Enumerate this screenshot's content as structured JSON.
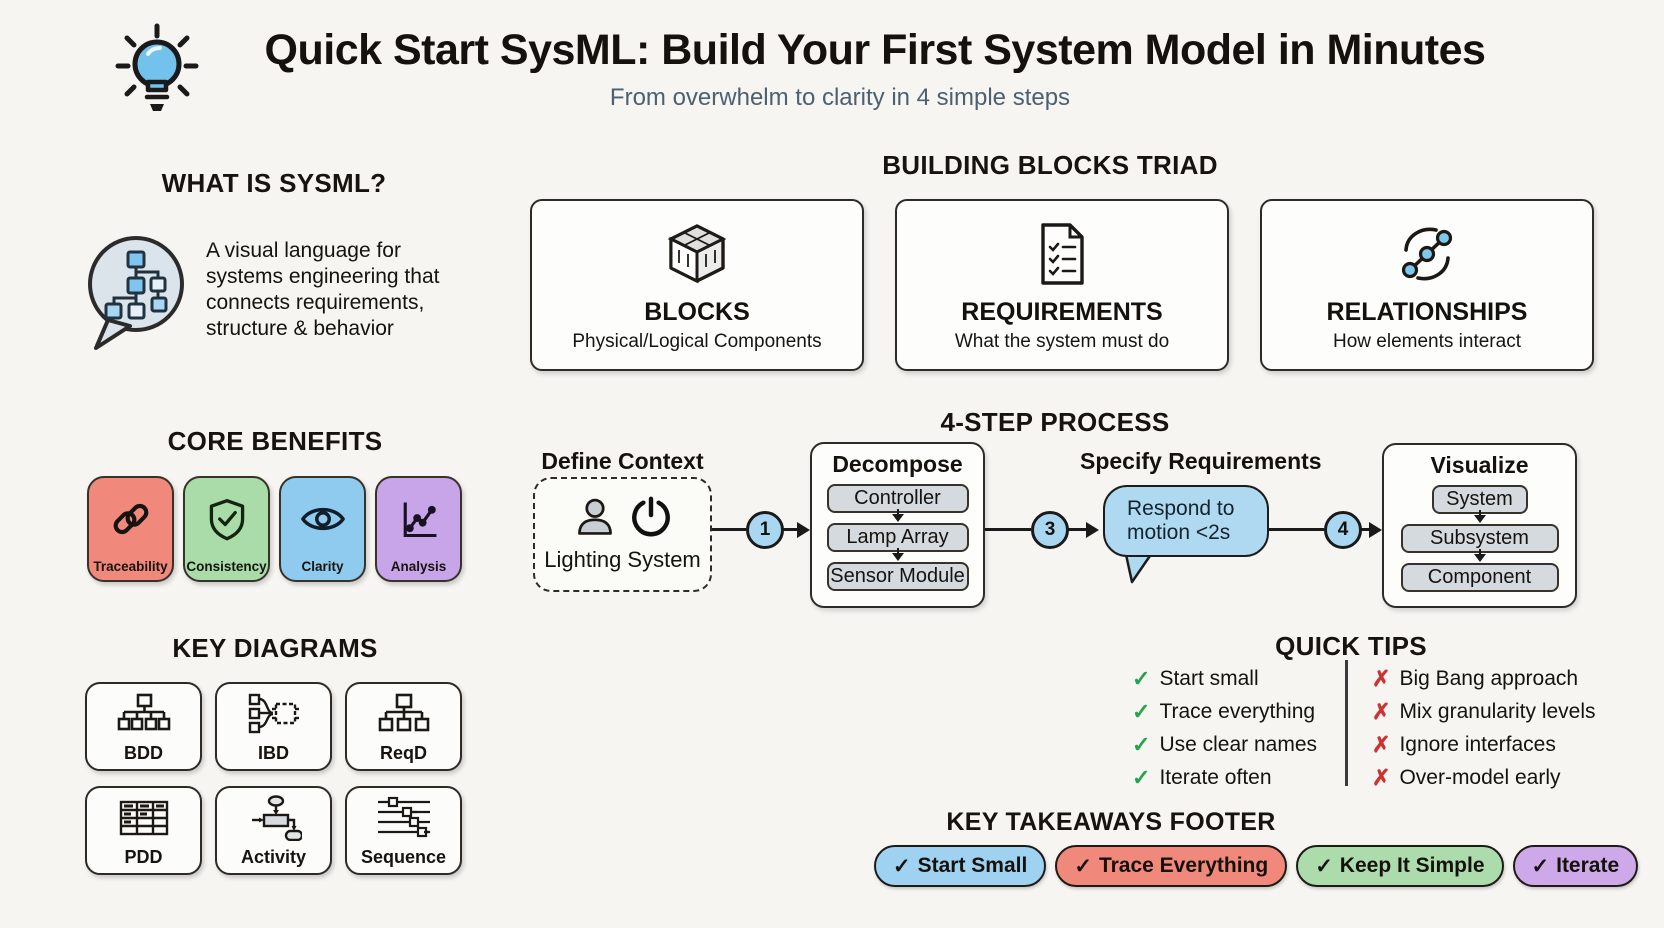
{
  "header": {
    "title": "Quick Start SysML: Build Your First System Model in Minutes",
    "subtitle": "From overwhelm to clarity in 4 simple steps",
    "icon": "lightbulb-icon"
  },
  "what_is": {
    "heading": "WHAT IS SYSML?",
    "description": "A visual language for systems engineering that connects requirements, structure & behavior",
    "icon": "speech-bubble-diagram-icon"
  },
  "benefits": {
    "heading": "CORE BENEFITS",
    "cards": [
      {
        "label": "Traceability",
        "icon": "chain-link-icon",
        "color": "#F0897B"
      },
      {
        "label": "Consistency",
        "icon": "shield-check-icon",
        "color": "#A9DCA9"
      },
      {
        "label": "Clarity",
        "icon": "eye-icon",
        "color": "#8FCBEE"
      },
      {
        "label": "Analysis",
        "icon": "trend-chart-icon",
        "color": "#C8A4E8"
      }
    ]
  },
  "diagrams": {
    "heading": "KEY DIAGRAMS",
    "cards": [
      {
        "label": "BDD",
        "icon": "bdd-tree-icon"
      },
      {
        "label": "IBD",
        "icon": "ibd-block-icon"
      },
      {
        "label": "ReqD",
        "icon": "reqd-tree-icon"
      },
      {
        "label": "PDD",
        "icon": "pdd-table-icon"
      },
      {
        "label": "Activity",
        "icon": "activity-flow-icon"
      },
      {
        "label": "Sequence",
        "icon": "sequence-lifeline-icon"
      }
    ]
  },
  "triad": {
    "heading": "BUILDING BLOCKS TRIAD",
    "cards": [
      {
        "title": "BLOCKS",
        "subtitle": "Physical/Logical Components",
        "icon": "cube-icon"
      },
      {
        "title": "REQUIREMENTS",
        "subtitle": "What the system must do",
        "icon": "checklist-doc-icon"
      },
      {
        "title": "RELATIONSHIPS",
        "subtitle": "How elements interact",
        "icon": "node-link-icon"
      }
    ]
  },
  "process": {
    "heading": "4-STEP PROCESS",
    "connectors": [
      "1",
      "3",
      "4"
    ],
    "context": {
      "label": "Define Context",
      "box_label": "Lighting System",
      "icons": [
        "person-icon",
        "power-icon"
      ]
    },
    "decompose": {
      "label": "Decompose",
      "items": [
        "Controller",
        "Lamp Array",
        "Sensor Module"
      ]
    },
    "specify": {
      "label": "Specify Requirements",
      "bubble_text": "Respond to motion <2s"
    },
    "visualize": {
      "label": "Visualize",
      "items": [
        "System",
        "Subsystem",
        "Component"
      ]
    }
  },
  "tips": {
    "heading": "QUICK TIPS",
    "check_glyph": "✓",
    "cross_glyph": "✗",
    "dos": [
      "Start small",
      "Trace everything",
      "Use clear names",
      "Iterate often"
    ],
    "donts": [
      "Big Bang approach",
      "Mix granularity levels",
      "Ignore interfaces",
      "Over-model early"
    ],
    "check_color": "#27A348",
    "cross_color": "#CC3333"
  },
  "footer": {
    "heading": "KEY TAKEAWAYS FOOTER",
    "check": "✓",
    "pills": [
      {
        "label": "Start Small",
        "color": "#9FD2F0"
      },
      {
        "label": "Trace Everything",
        "color": "#F0897B"
      },
      {
        "label": "Keep It Simple",
        "color": "#ACDCAC"
      },
      {
        "label": "Iterate",
        "color": "#CDA9EA"
      }
    ]
  },
  "colors": {
    "background": "#F6F5F2",
    "accent_blue": "#7EC8F0",
    "number_circle": "#A9D7F2",
    "speech_bubble": "#AFD9F0",
    "component_box": "#D5DADF",
    "ink": "#17140F"
  }
}
